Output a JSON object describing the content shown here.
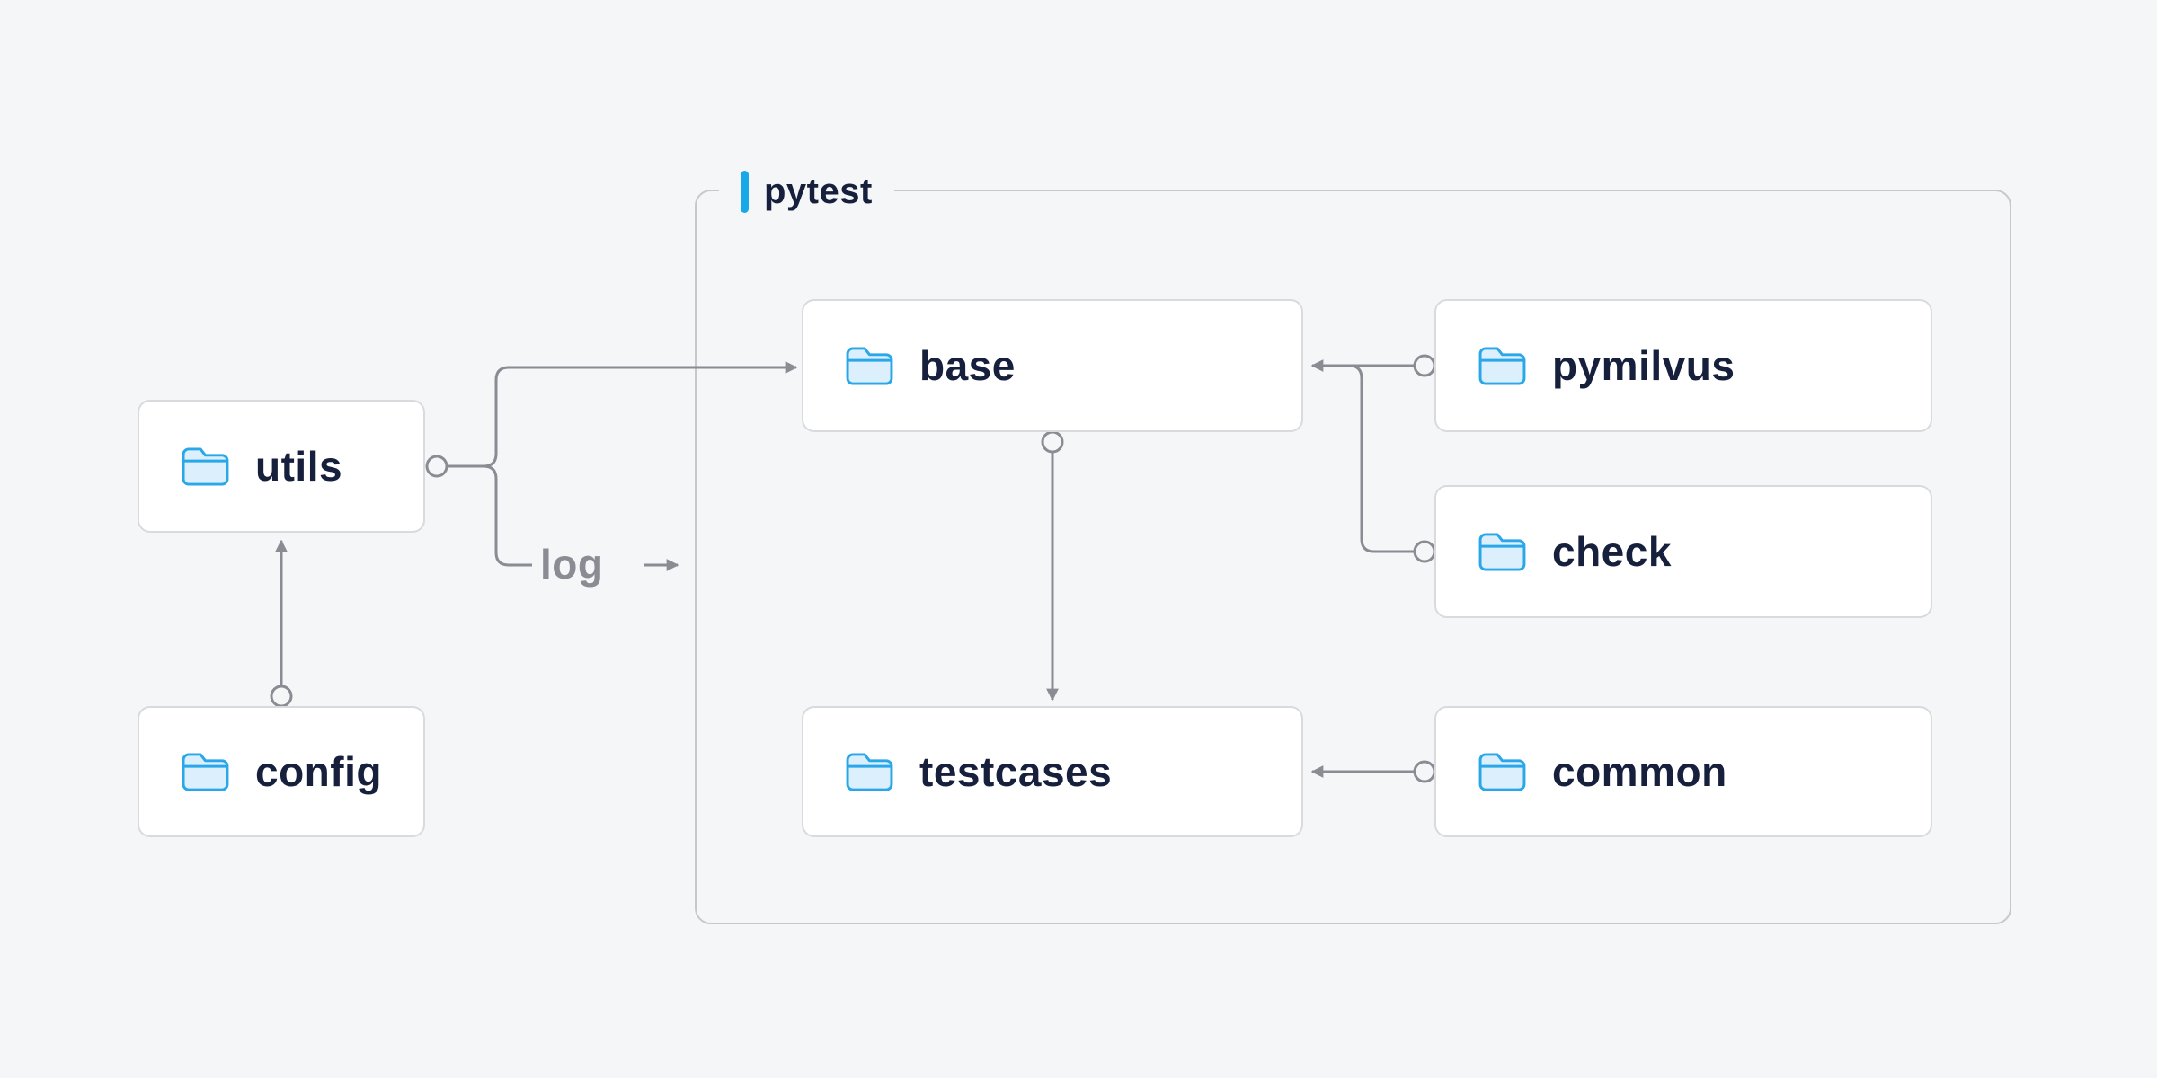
{
  "canvas": {
    "background": "#f5f6f8"
  },
  "group": {
    "label": "pytest"
  },
  "nodes": {
    "utils": {
      "label": "utils"
    },
    "config": {
      "label": "config"
    },
    "base": {
      "label": "base"
    },
    "pymilvus": {
      "label": "pymilvus"
    },
    "check": {
      "label": "check"
    },
    "testcases": {
      "label": "testcases"
    },
    "common": {
      "label": "common"
    }
  },
  "edges": {
    "log_label": "log",
    "connections": [
      "config -> utils",
      "utils -> base",
      "utils -> log",
      "pymilvus -> base",
      "check -> base",
      "base -> testcases",
      "common -> testcases"
    ]
  },
  "colors": {
    "background": "#f5f6f8",
    "node_bg": "#ffffff",
    "node_border": "#d9dade",
    "group_border": "#c6c8ce",
    "line": "#8b8b94",
    "text": "#16203c",
    "muted_text": "#8b8b94",
    "accent_blue": "#17a8ea",
    "folder_fill": "#dbeffd",
    "folder_stroke": "#2aa7e8"
  }
}
